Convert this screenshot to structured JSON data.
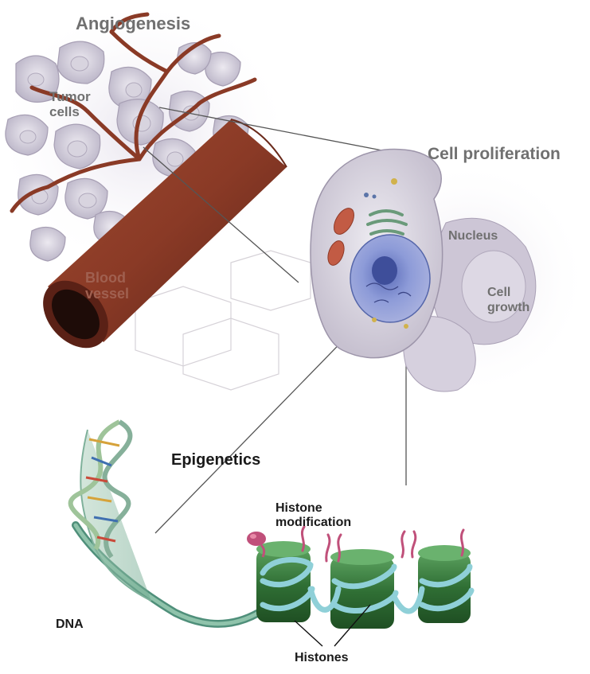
{
  "labels": {
    "angiogenesis": "Angiogenesis",
    "tumor_cells_1": "Tumor",
    "tumor_cells_2": "cells",
    "blood_vessel_1": "Blood",
    "blood_vessel_2": "vessel",
    "cell_proliferation": "Cell proliferation",
    "nucleus": "Nucleus",
    "cell_growth_1": "Cell",
    "cell_growth_2": "growth",
    "epigenetics": "Epigenetics",
    "histone_modification_1": "Histone",
    "histone_modification_2": "modification",
    "dna": "DNA",
    "histones": "Histones"
  },
  "colors": {
    "label_grey": "#707070",
    "label_dark": "#1a1a1a",
    "blood_vessel": "#8a3d28",
    "tumor_cell": "#cfcad8",
    "nucleus": "#7f8fd0",
    "histone": "#3a7a3e",
    "dna_strand": "#8fb8a0",
    "modification": "#c0507a"
  }
}
